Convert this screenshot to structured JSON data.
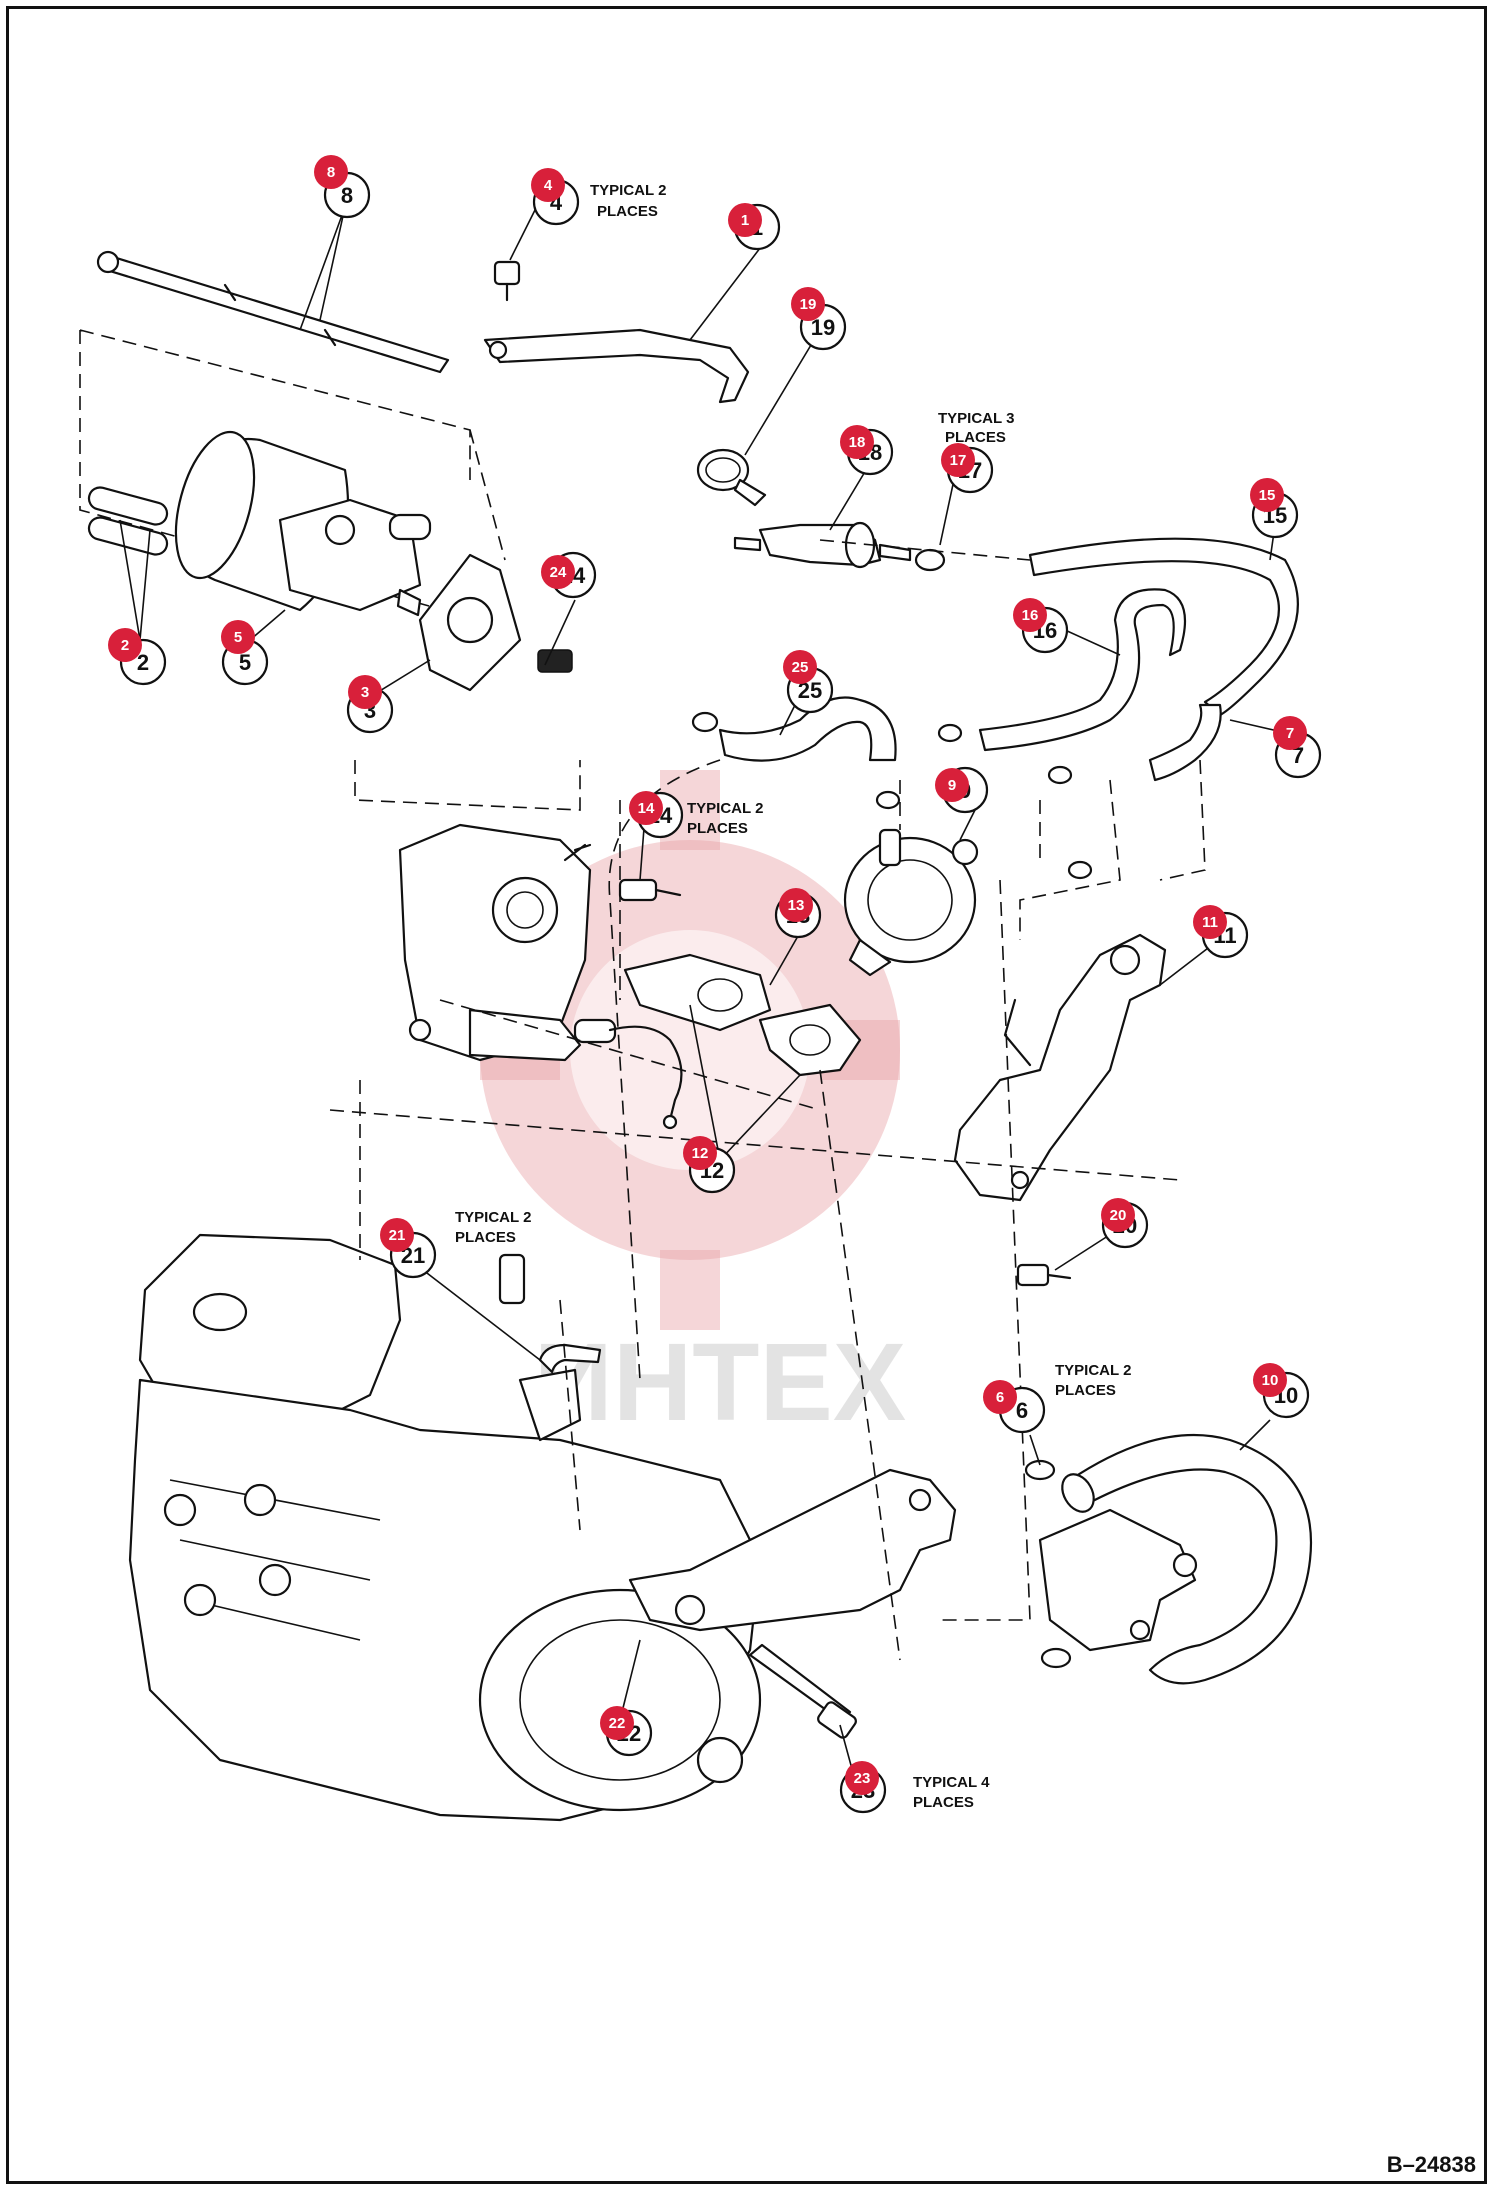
{
  "figure_code": "B–24838",
  "watermark_text": "ИНТЕХ",
  "notes": {
    "typical2_a": [
      "TYPICAL 2",
      "PLACES"
    ],
    "typical3": [
      "TYPICAL 3",
      "PLACES"
    ],
    "typical2_b": [
      "TYPICAL 2",
      "PLACES"
    ],
    "typical2_c": [
      "TYPICAL 2",
      "PLACES"
    ],
    "typical2_d": [
      "TYPICAL 2",
      "PLACES"
    ],
    "typical4": [
      "TYPICAL 4",
      "PLACES"
    ]
  },
  "callouts": [
    {
      "id": "c1",
      "num": "1"
    },
    {
      "id": "c2",
      "num": "2"
    },
    {
      "id": "c3",
      "num": "3"
    },
    {
      "id": "c4",
      "num": "4"
    },
    {
      "id": "c5",
      "num": "5"
    },
    {
      "id": "c6",
      "num": "6"
    },
    {
      "id": "c7",
      "num": "7"
    },
    {
      "id": "c8",
      "num": "8"
    },
    {
      "id": "c9",
      "num": "9"
    },
    {
      "id": "c10",
      "num": "10"
    },
    {
      "id": "c11",
      "num": "11"
    },
    {
      "id": "c12",
      "num": "12"
    },
    {
      "id": "c13",
      "num": "13"
    },
    {
      "id": "c14",
      "num": "14"
    },
    {
      "id": "c15",
      "num": "15"
    },
    {
      "id": "c16",
      "num": "16"
    },
    {
      "id": "c17",
      "num": "17"
    },
    {
      "id": "c18",
      "num": "18"
    },
    {
      "id": "c19",
      "num": "19"
    },
    {
      "id": "c20",
      "num": "20"
    },
    {
      "id": "c21",
      "num": "21"
    },
    {
      "id": "c22",
      "num": "22"
    },
    {
      "id": "c23",
      "num": "23"
    },
    {
      "id": "c24",
      "num": "24"
    },
    {
      "id": "c25",
      "num": "25"
    }
  ],
  "colors": {
    "marker": "#d8203a",
    "ink": "#111111",
    "watermark": "#e9a3a9"
  }
}
